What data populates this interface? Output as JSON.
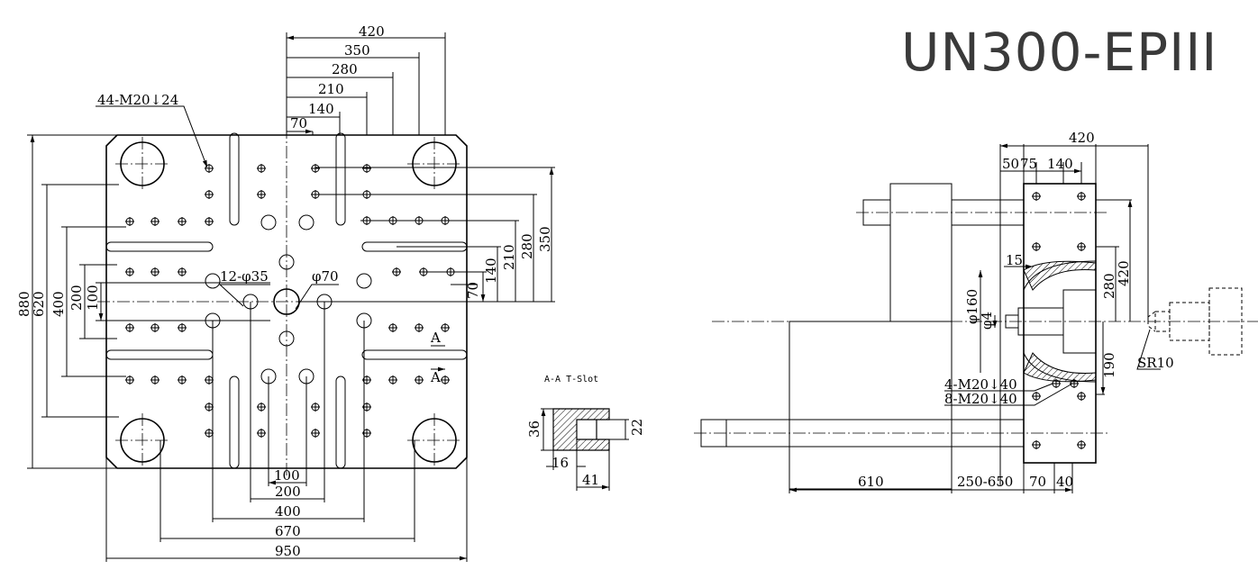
{
  "title": "UN300-EPIII",
  "front_view": {
    "thread_note": "44-M20↓24",
    "hole_note": "12-φ35",
    "center_hole": "φ70",
    "section_marker": "A",
    "top_dims": [
      "420",
      "350",
      "280",
      "210",
      "140",
      "70"
    ],
    "left_dims": [
      "880",
      "620",
      "400",
      "200",
      "100"
    ],
    "right_dims": [
      "350",
      "280",
      "210",
      "140",
      "70"
    ],
    "bottom_dims": [
      "100",
      "200",
      "400",
      "670",
      "950"
    ]
  },
  "t_slot": {
    "label": "A-A T-Slot",
    "dims": [
      "36",
      "22",
      "16",
      "41"
    ]
  },
  "side_view": {
    "top_dims": [
      "420",
      "50",
      "75",
      "140"
    ],
    "right_dims": [
      "420",
      "280",
      "190"
    ],
    "nozzle_note": "SR10",
    "diameters": [
      "φ160",
      "φ4"
    ],
    "gap_dim": "15",
    "thread_note_1": "4-M20↓40",
    "thread_note_2": "8-M20↓40",
    "bottom_dims": [
      "610",
      "250-650",
      "70",
      "40"
    ]
  }
}
